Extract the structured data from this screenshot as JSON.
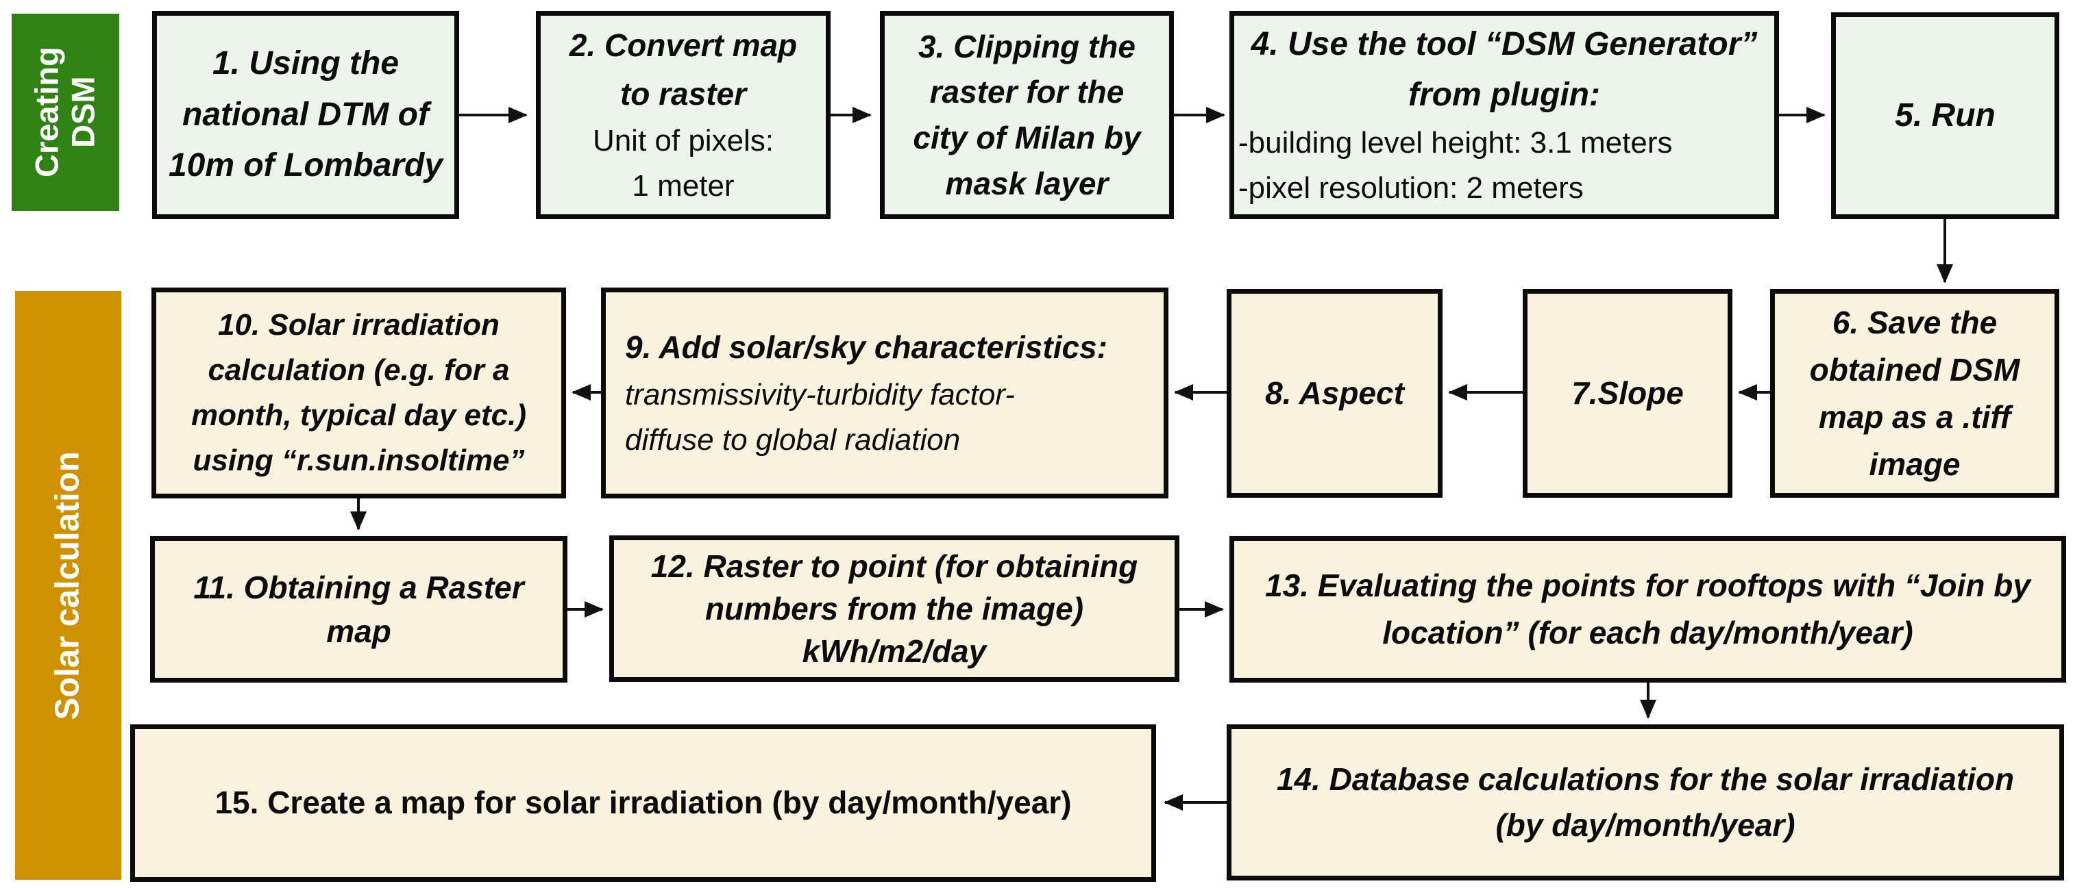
{
  "sections": [
    {
      "label": "Creating DSM",
      "color": "#318215"
    },
    {
      "label": "Solar calculation",
      "color": "#cf9100"
    }
  ],
  "colors": {
    "creating_dsm_accent": "#318215",
    "solar_accent": "#cf9100",
    "dsm_box_fill": "#edf4eb",
    "solar_box_fill": "#f9f2df",
    "border": "#0b0b0b",
    "label_text": "#ffffff"
  },
  "boxes": {
    "b1": {
      "title": "1. Using the\nnational DTM of\n10m of Lombardy"
    },
    "b2": {
      "title": "2. Convert map\nto raster",
      "sub": "Unit of pixels:\n1 meter"
    },
    "b3": {
      "title": "3. Clipping the\nraster for the\ncity of Milan by\nmask layer"
    },
    "b4": {
      "title": "4. Use the tool “DSM Generator”\nfrom plugin:",
      "sub": "-building level height: 3.1 meters\n-pixel resolution: 2 meters"
    },
    "b5": {
      "title": "5. Run"
    },
    "b6": {
      "title": "6. Save the\nobtained DSM\nmap as a .tiff\nimage"
    },
    "b7": {
      "title": "7.Slope"
    },
    "b8": {
      "title": "8. Aspect"
    },
    "b9": {
      "title": "9. Add solar/sky characteristics:",
      "sub": "transmissivity-turbidity factor-\ndiffuse to global radiation"
    },
    "b10": {
      "title": "10. Solar irradiation\ncalculation (e.g. for a\nmonth, typical day etc.)\nusing “r.sun.insoltime”"
    },
    "b11": {
      "title": "11. Obtaining a Raster\nmap"
    },
    "b12": {
      "title": "12. Raster to point (for obtaining\nnumbers from the image)\nkWh/m2/day"
    },
    "b13": {
      "title": "13. Evaluating the points for rooftops with “Join by\nlocation” (for each day/month/year)"
    },
    "b14": {
      "title": "14. Database calculations for the solar irradiation\n(by day/month/year)"
    },
    "b15": {
      "title": "15. Create a map for solar irradiation (by day/month/year)"
    }
  }
}
